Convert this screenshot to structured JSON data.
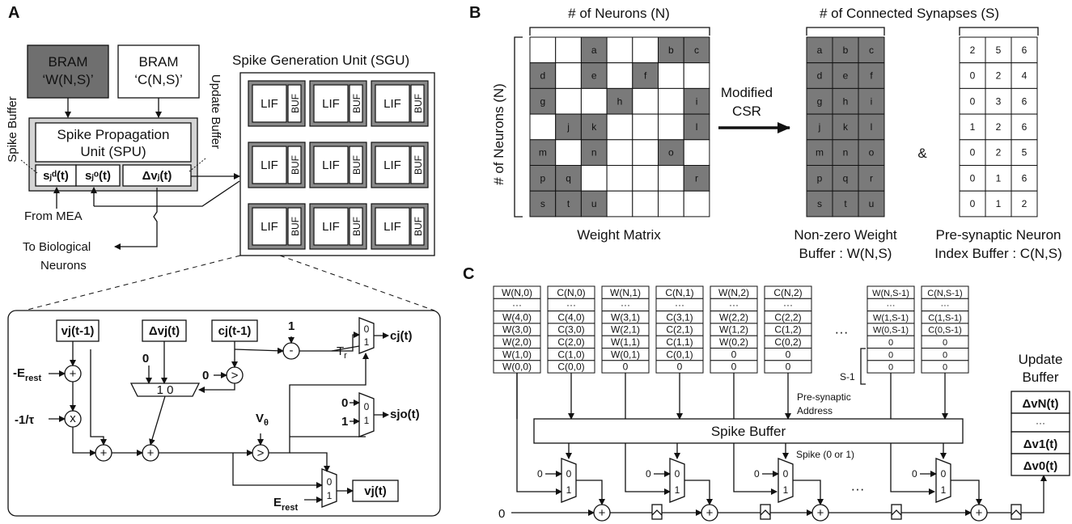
{
  "panels": {
    "a": "A",
    "b": "B",
    "c": "C"
  },
  "panel_a": {
    "bram_w": [
      "BRAM",
      "‘W(N,S)’"
    ],
    "bram_c": [
      "BRAM",
      "‘C(N,S)’"
    ],
    "spike_buffer": "Spike Buffer",
    "update_buffer": "Update Buffer",
    "spu": [
      "Spike Propagation",
      "Unit (SPU)"
    ],
    "spu_cells": [
      "sⱼᵈ(t)",
      "sⱼᵒ(t)",
      "Δvⱼ(t)"
    ],
    "from_mea": "From MEA",
    "to_bio": [
      "To Biological",
      "Neurons"
    ],
    "sgu_title": "Spike Generation Unit (SGU)",
    "lif": "LIF",
    "buf": "BUF",
    "circuit": {
      "vjt1": "vj(t-1)",
      "dvj": "Δvj(t)",
      "cjt1": "cj(t-1)",
      "erest_neg": "-E",
      "rest": "rest",
      "inv_tau": "-1/τ",
      "one": "1",
      "zero": "0",
      "tr": "T",
      "tr_sub": "r",
      "vtheta": "V",
      "theta": "θ",
      "erest": "E",
      "cj": "cj(t)",
      "sjo": "sjo(t)",
      "vj": "vj(t)",
      "plus": "+",
      "times": "x",
      "minus": "-",
      "gt": ">",
      "mux_lbl": "1 0"
    }
  },
  "panel_b": {
    "neurons_top": "# of Neurons (N)",
    "neurons_left": "# of Neurons (N)",
    "synapses_top": "# of Connected Synapses (S)",
    "weight_matrix_label": "Weight Matrix",
    "arrow_label": [
      "Modified",
      "CSR"
    ],
    "amp": "&",
    "nz_label": [
      "Non-zero Weight",
      "Buffer : W(N,S)"
    ],
    "pre_label": [
      "Pre-synaptic Neuron",
      "Index Buffer : C(N,S)"
    ],
    "matrix": [
      [
        "",
        "",
        "a",
        "",
        "",
        "b",
        "c"
      ],
      [
        "d",
        "",
        "e",
        "",
        "f",
        "",
        ""
      ],
      [
        "g",
        "",
        "",
        "h",
        "",
        "",
        "i"
      ],
      [
        "",
        "j",
        "k",
        "",
        "",
        "",
        "l"
      ],
      [
        "m",
        "",
        "n",
        "",
        "",
        "o",
        ""
      ],
      [
        "p",
        "q",
        "",
        "",
        "",
        "",
        "r"
      ],
      [
        "s",
        "t",
        "u",
        "",
        "",
        "",
        ""
      ]
    ],
    "matrix_dark": [
      [
        0,
        0,
        1,
        0,
        0,
        1,
        1
      ],
      [
        1,
        0,
        1,
        0,
        1,
        0,
        0
      ],
      [
        1,
        0,
        0,
        1,
        0,
        0,
        1
      ],
      [
        0,
        1,
        1,
        0,
        0,
        0,
        1
      ],
      [
        1,
        0,
        1,
        0,
        0,
        1,
        0
      ],
      [
        1,
        1,
        0,
        0,
        0,
        0,
        1
      ],
      [
        1,
        1,
        1,
        0,
        0,
        0,
        0
      ]
    ],
    "nz": [
      [
        "a",
        "b",
        "c"
      ],
      [
        "d",
        "e",
        "f"
      ],
      [
        "g",
        "h",
        "i"
      ],
      [
        "j",
        "k",
        "l"
      ],
      [
        "m",
        "n",
        "o"
      ],
      [
        "p",
        "q",
        "r"
      ],
      [
        "s",
        "t",
        "u"
      ]
    ],
    "idx": [
      [
        "2",
        "5",
        "6"
      ],
      [
        "0",
        "2",
        "4"
      ],
      [
        "0",
        "3",
        "6"
      ],
      [
        "1",
        "2",
        "6"
      ],
      [
        "0",
        "2",
        "5"
      ],
      [
        "0",
        "1",
        "6"
      ],
      [
        "0",
        "1",
        "2"
      ]
    ]
  },
  "panel_c": {
    "columns": [
      [
        "W(N,0)",
        "···",
        "W(4,0)",
        "W(3,0)",
        "W(2,0)",
        "W(1,0)",
        "W(0,0)"
      ],
      [
        "C(N,0)",
        "···",
        "C(4,0)",
        "C(3,0)",
        "C(2,0)",
        "C(1,0)",
        "C(0,0)"
      ],
      [
        "W(N,1)",
        "···",
        "W(3,1)",
        "W(2,1)",
        "W(1,1)",
        "W(0,1)",
        "0"
      ],
      [
        "C(N,1)",
        "···",
        "C(3,1)",
        "C(2,1)",
        "C(1,1)",
        "C(0,1)",
        "0"
      ],
      [
        "W(N,2)",
        "···",
        "W(2,2)",
        "W(1,2)",
        "W(0,2)",
        "0",
        "0"
      ],
      [
        "C(N,2)",
        "···",
        "C(2,2)",
        "C(1,2)",
        "C(0,2)",
        "0",
        "0"
      ],
      [
        "W(N,S-1)",
        "···",
        "W(1,S-1)",
        "W(0,S-1)",
        "0",
        "0",
        "0"
      ],
      [
        "C(N,S-1)",
        "···",
        "C(1,S-1)",
        "C(0,S-1)",
        "0",
        "0",
        "0"
      ]
    ],
    "dots": "···",
    "s_minus_1": "S-1",
    "pre_addr": [
      "Pre-synaptic",
      "Address"
    ],
    "spike_buffer": "Spike Buffer",
    "spike_label": "Spike (0 or 1)",
    "zero": "0",
    "update_buffer": [
      "Update",
      "Buffer"
    ],
    "update_cells": [
      "ΔvN(t)",
      "···",
      "Δv1(t)",
      "Δv0(t)"
    ]
  }
}
